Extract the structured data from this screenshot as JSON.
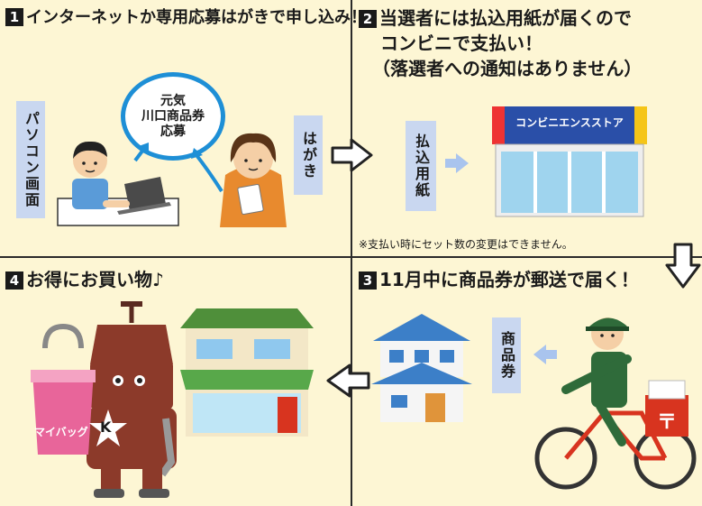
{
  "step1": {
    "number": "1",
    "title": "インターネットか専用応募はがきで申し込み！",
    "pc_label": "パソコン画面",
    "postcard_label": "はがき",
    "bubble_line1": "元気",
    "bubble_line2": "川口商品券",
    "bubble_line3": "応募"
  },
  "step2": {
    "number": "2",
    "title_line1": "当選者には払込用紙が届くので",
    "title_line2": "コンビニで支払い！",
    "title_line3": "（落選者への通知はありません）",
    "slip_label": "払込用紙",
    "store_sign": "コンビニエンスストア",
    "note": "※支払い時にセット数の変更はできません。"
  },
  "step3": {
    "number": "3",
    "title": "11月中に商品券が郵送で届く！",
    "voucher_label": "商品券",
    "postal_mark": "〒"
  },
  "step4": {
    "number": "4",
    "title": "お得にお買い物♪",
    "bag_label": "マイバッグ",
    "mascot_letter": "K"
  },
  "colors": {
    "background": "#fdf6d4",
    "bubble": "#1e8fd6",
    "label_bg": "#c9d7f0",
    "arrow_light": "#a9c4ee",
    "store_sign_bg": "#2a4fa8",
    "postbox": "#d8341f"
  }
}
